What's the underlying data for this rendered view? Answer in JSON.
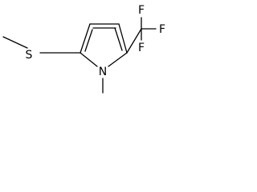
{
  "molecule": {
    "atoms": {
      "sulfur": "S",
      "nitrogen": "N",
      "fluorine_top": "F",
      "fluorine_right": "F",
      "fluorine_bottom": "F"
    },
    "bond_color": "#000000"
  }
}
